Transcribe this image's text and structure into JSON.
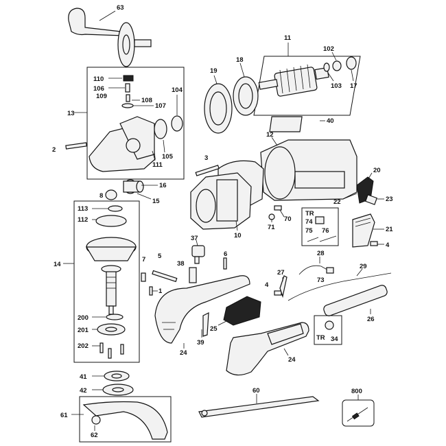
{
  "labels": {
    "l63": "63",
    "l11": "11",
    "l102": "102",
    "l19": "19",
    "l18": "18",
    "l103": "103",
    "l17": "17",
    "l110": "110",
    "l106": "106",
    "l109": "109",
    "l108": "108",
    "l107": "107",
    "l104": "104",
    "l13": "13",
    "l105": "105",
    "l111": "111",
    "l2": "2",
    "l40": "40",
    "l12": "12",
    "l3": "3",
    "l20": "20",
    "l16": "16",
    "l8": "8",
    "l15": "15",
    "l22": "22",
    "l23": "23",
    "l113": "113",
    "l112": "112",
    "l10": "10",
    "l70": "70",
    "l71": "71",
    "tr1": "TR",
    "l74": "74",
    "l75": "75",
    "l76": "76",
    "l21": "21",
    "l4a": "4",
    "l37": "37",
    "l14": "14",
    "l7": "7",
    "l5": "5",
    "l6": "6",
    "l38": "38",
    "l28": "28",
    "l73": "73",
    "l29": "29",
    "l4b": "4",
    "l27": "27",
    "l1": "1",
    "l200": "200",
    "l201": "201",
    "l202": "202",
    "l25": "25",
    "l26": "26",
    "l39": "39",
    "l24a": "24",
    "tr2": "TR",
    "l34": "34",
    "l24b": "24",
    "l41": "41",
    "l42": "42",
    "l60": "60",
    "l800": "800",
    "l61": "61",
    "l62": "62"
  }
}
